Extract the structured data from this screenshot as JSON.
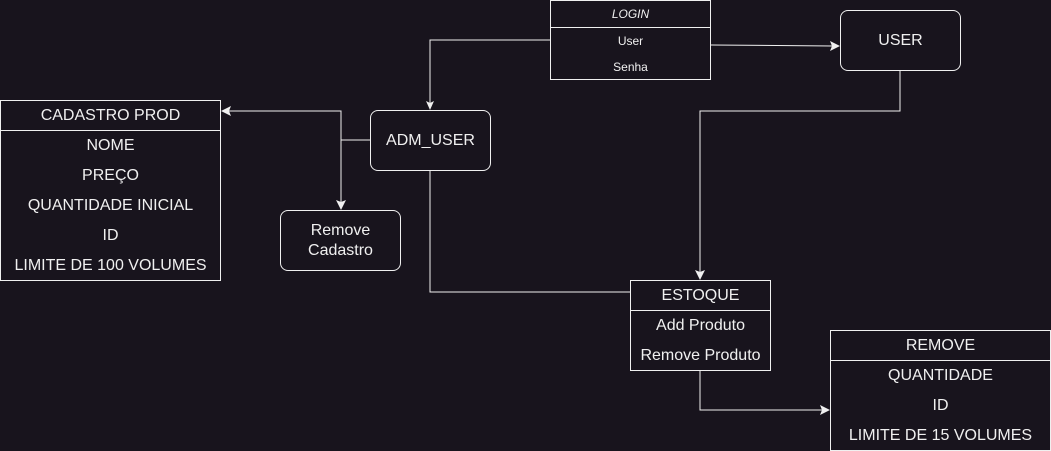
{
  "login": {
    "title": "LOGIN",
    "fields": [
      "User",
      "Senha"
    ]
  },
  "user": {
    "label": "USER"
  },
  "adm_user": {
    "label": "ADM_USER"
  },
  "remove_cadastro": {
    "label": "Remove\nCadastro"
  },
  "cadastro_prod": {
    "title": "CADASTRO PROD",
    "fields": [
      "NOME",
      "PREÇO",
      "QUANTIDADE INICIAL",
      "ID",
      "LIMITE DE 100 VOLUMES"
    ]
  },
  "estoque": {
    "title": "ESTOQUE",
    "fields": [
      "Add Produto",
      "Remove Produto"
    ]
  },
  "remove": {
    "title": "REMOVE",
    "fields": [
      "QUANTIDADE",
      "ID",
      "LIMITE DE 15 VOLUMES"
    ]
  },
  "colors": {
    "background": "#18141d",
    "stroke": "#f0f0f0",
    "text": "#f0f0f0"
  }
}
